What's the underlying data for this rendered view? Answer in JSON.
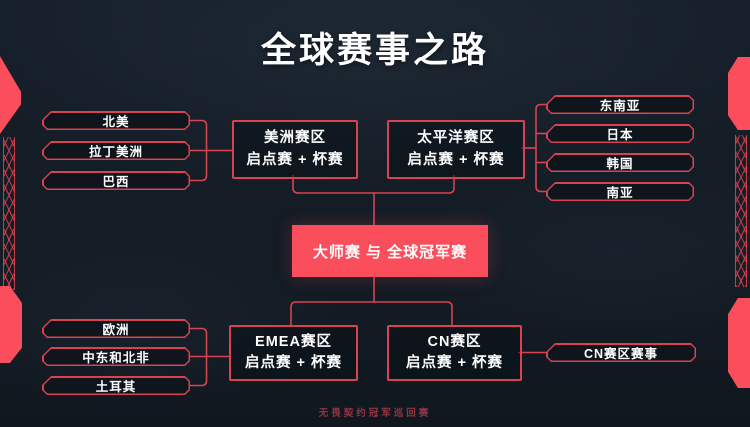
{
  "title": "全球赛事之路",
  "footer": "无畏契约冠军巡回赛",
  "colors": {
    "background": "#141c25",
    "line_red": "#d84351",
    "fill_red": "#fa4e5c",
    "text": "#ffffff"
  },
  "groups": {
    "americas": {
      "countries": [
        "北美",
        "拉丁美洲",
        "巴西"
      ],
      "region": {
        "line1": "美洲赛区",
        "line2": "启点赛 + 杯赛"
      }
    },
    "pacific": {
      "countries": [
        "东南亚",
        "日本",
        "韩国",
        "南亚"
      ],
      "region": {
        "line1": "太平洋赛区",
        "line2": "启点赛 + 杯赛"
      }
    },
    "center": {
      "label": "大师赛 与 全球冠军赛"
    },
    "emea": {
      "countries": [
        "欧洲",
        "中东和北非",
        "土耳其"
      ],
      "region": {
        "line1": "EMEA赛区",
        "line2": "启点赛 + 杯赛"
      }
    },
    "cn": {
      "region": {
        "line1": "CN赛区",
        "line2": "启点赛 + 杯赛"
      },
      "event": "CN赛区赛事"
    }
  }
}
